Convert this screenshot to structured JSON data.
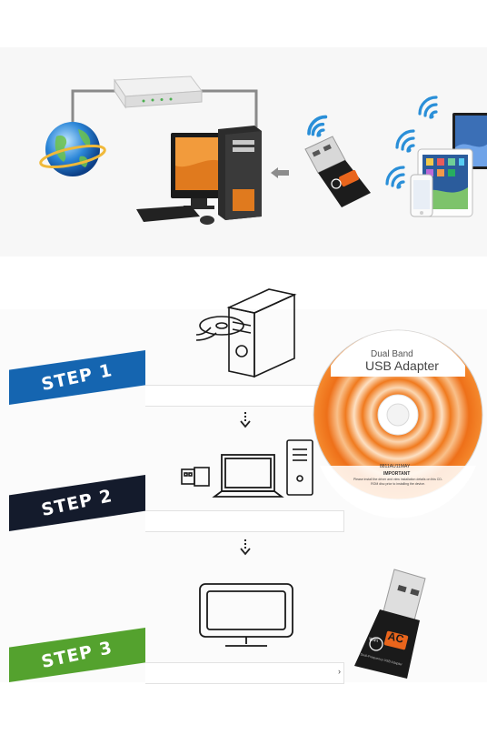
{
  "steps": [
    {
      "label": "STEP 1",
      "color": "#1565b0"
    },
    {
      "label": "STEP 2",
      "color": "#141b2c"
    },
    {
      "label": "STEP 3",
      "color": "#54a22e"
    }
  ],
  "cd": {
    "line1": "Dual Band",
    "line2": "USB Adapter",
    "serial": "8811AU11MAY",
    "important": "IMPORTANT",
    "note": "Please install the driver and view installation details on this CD-ROM disc prior to installing the device."
  },
  "adapter": {
    "badge": "AC",
    "wifi": "WiFi",
    "side_text": "Dual-Frequency USB Adapter"
  },
  "line_caret": "›",
  "colors": {
    "wifi_blue": "#2a8fd8",
    "cd_orange": "#f07a1e",
    "adapter_orange": "#e9651c"
  }
}
